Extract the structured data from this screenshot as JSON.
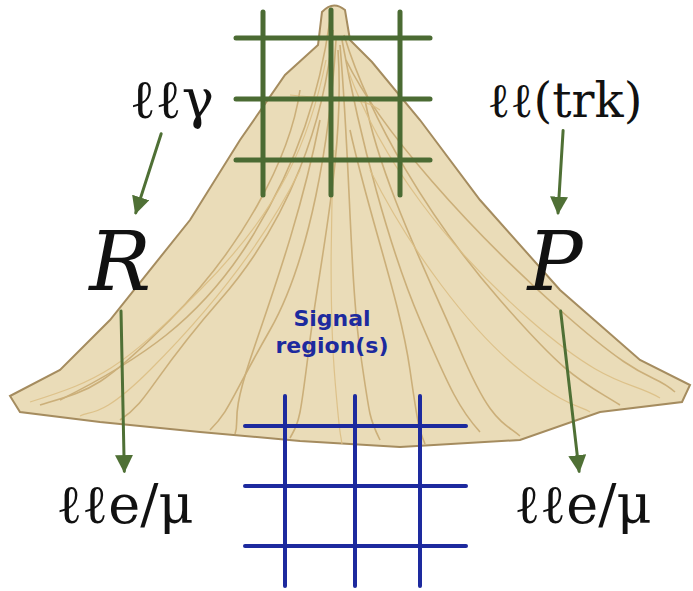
{
  "diagram": {
    "nodes": [
      {
        "text": [
          "ℓℓγ"
        ]
      },
      {
        "text": [
          "ℓℓ(trk)"
        ]
      },
      {
        "text": [
          "R"
        ]
      },
      {
        "text": [
          "P"
        ]
      },
      {
        "text": [
          "ℓℓe/μ"
        ]
      },
      {
        "text": [
          "ℓℓe/μ"
        ]
      }
    ],
    "edges": [
      {
        "from": 0,
        "to": 2,
        "arrow": "to"
      },
      {
        "from": 1,
        "to": 3,
        "arrow": "to"
      },
      {
        "from": 2,
        "to": 4,
        "arrow": "to"
      },
      {
        "from": 3,
        "to": 5,
        "arrow": "to"
      }
    ],
    "labels": [
      "Signal region(s)"
    ]
  }
}
